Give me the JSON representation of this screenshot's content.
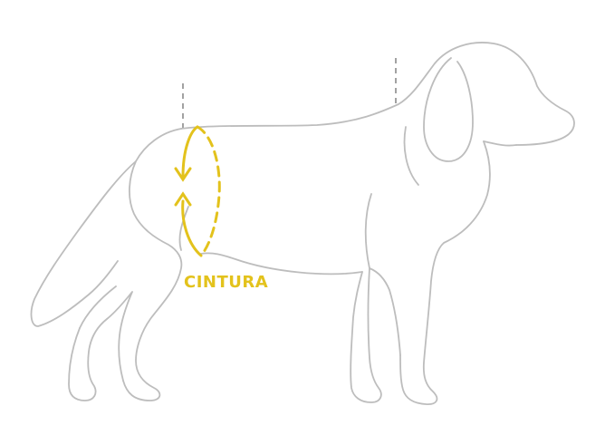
{
  "diagram": {
    "measurement_label": "CINTURA",
    "colors": {
      "measurement": "#e3c21c",
      "outline": "#bdbdbd",
      "guide": "#8a8a8a",
      "background": "#ffffff"
    },
    "icons": [
      "dog-outline",
      "waist-measure-loop",
      "arrow-down-icon",
      "arrow-up-icon"
    ]
  }
}
